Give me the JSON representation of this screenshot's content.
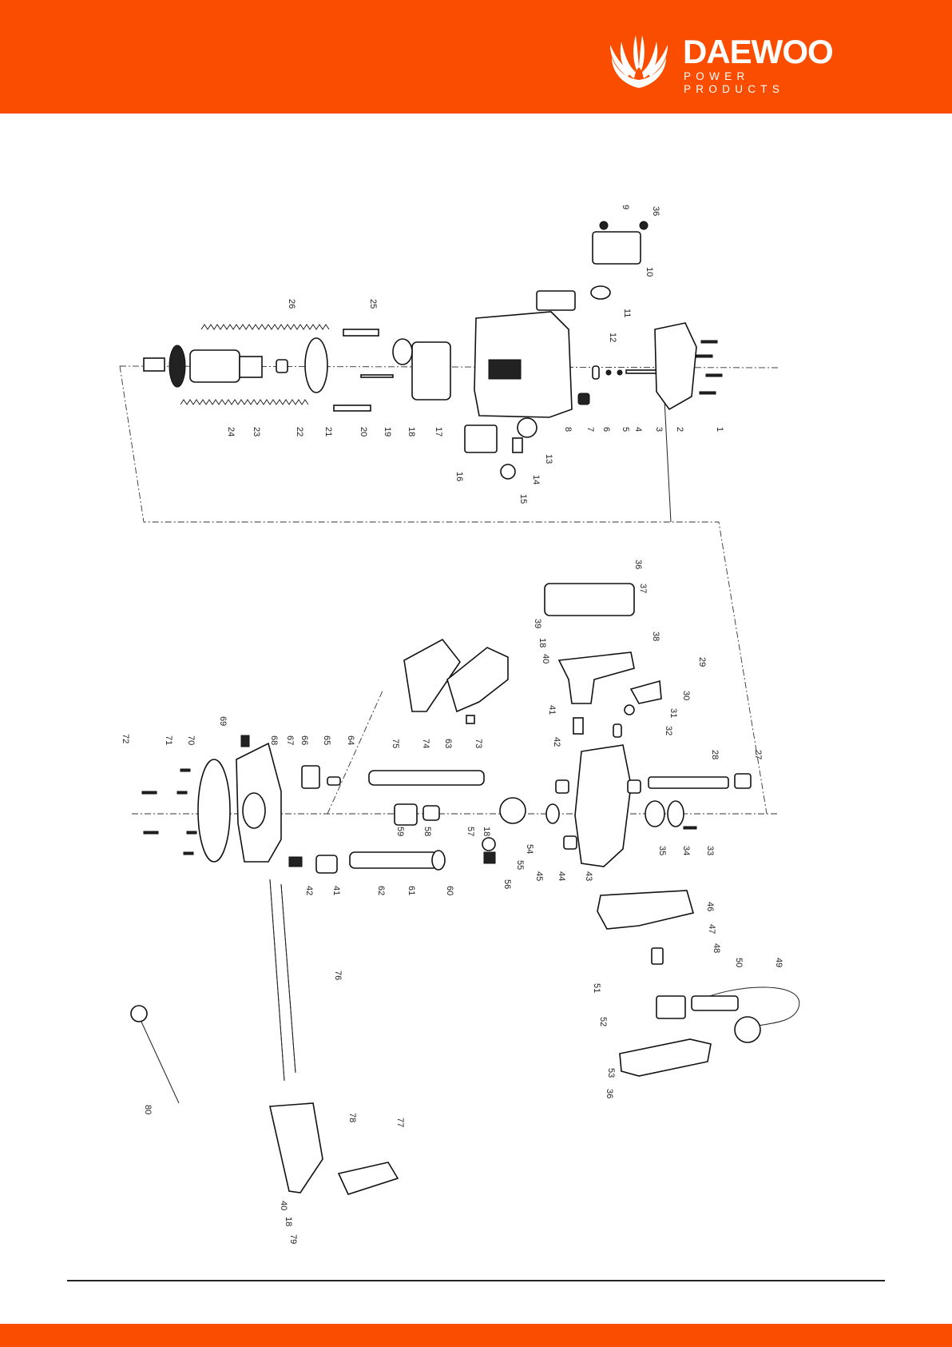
{
  "brand": {
    "name": "DAEWOO",
    "tagline": "POWER PRODUCTS",
    "color": "#FB4D00"
  },
  "diagram": {
    "type": "exploded-parts-view",
    "orientation": "rotated-90-degrees",
    "labels": [
      "1",
      "2",
      "3",
      "4",
      "5",
      "6",
      "7",
      "8",
      "9",
      "10",
      "11",
      "12",
      "13",
      "14",
      "15",
      "16",
      "17",
      "18",
      "19",
      "20",
      "21",
      "22",
      "23",
      "24",
      "25",
      "26",
      "27",
      "28",
      "29",
      "30",
      "31",
      "32",
      "33",
      "34",
      "35",
      "36",
      "37",
      "38",
      "39",
      "40",
      "41",
      "42",
      "43",
      "44",
      "45",
      "46",
      "47",
      "48",
      "49",
      "50",
      "51",
      "52",
      "53",
      "54",
      "55",
      "56",
      "57",
      "58",
      "59",
      "60",
      "61",
      "62",
      "63",
      "64",
      "65",
      "66",
      "67",
      "68",
      "69",
      "70",
      "71",
      "72",
      "73",
      "74",
      "75",
      "76",
      "77",
      "78",
      "79",
      "80"
    ]
  }
}
